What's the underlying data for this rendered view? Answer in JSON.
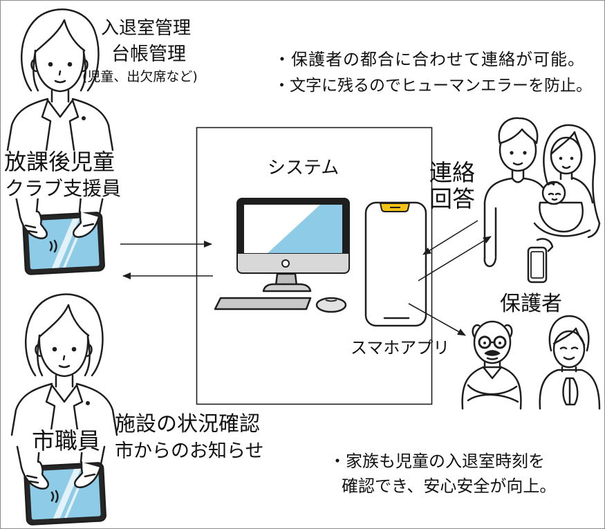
{
  "support_staff": {
    "duties": [
      "入退室管理",
      "台帳管理"
    ],
    "duties_note": "(児童、出欠席など)",
    "role_lines": [
      "放課後児童",
      "クラブ支援員"
    ]
  },
  "city_staff": {
    "role": "市職員",
    "duties": [
      "施設の状況確認",
      "市からのお知らせ"
    ]
  },
  "system": {
    "label": "システム",
    "app_label": "スマホアプリ"
  },
  "communication": {
    "lines": [
      "連絡",
      "回答"
    ]
  },
  "guardians": {
    "label": "保護者"
  },
  "benefits": {
    "top": [
      "・保護者の都合に合わせて連絡が可能。",
      "・文字に残るのでヒューマンエラーを防止。"
    ],
    "bottom": [
      "・家族も児童の入退室時刻を",
      "確認でき、安心安全が向上。"
    ]
  },
  "colors": {
    "screen": "#8ecbe6",
    "notch": "#f2c316",
    "frame": "#8a8a8a"
  }
}
